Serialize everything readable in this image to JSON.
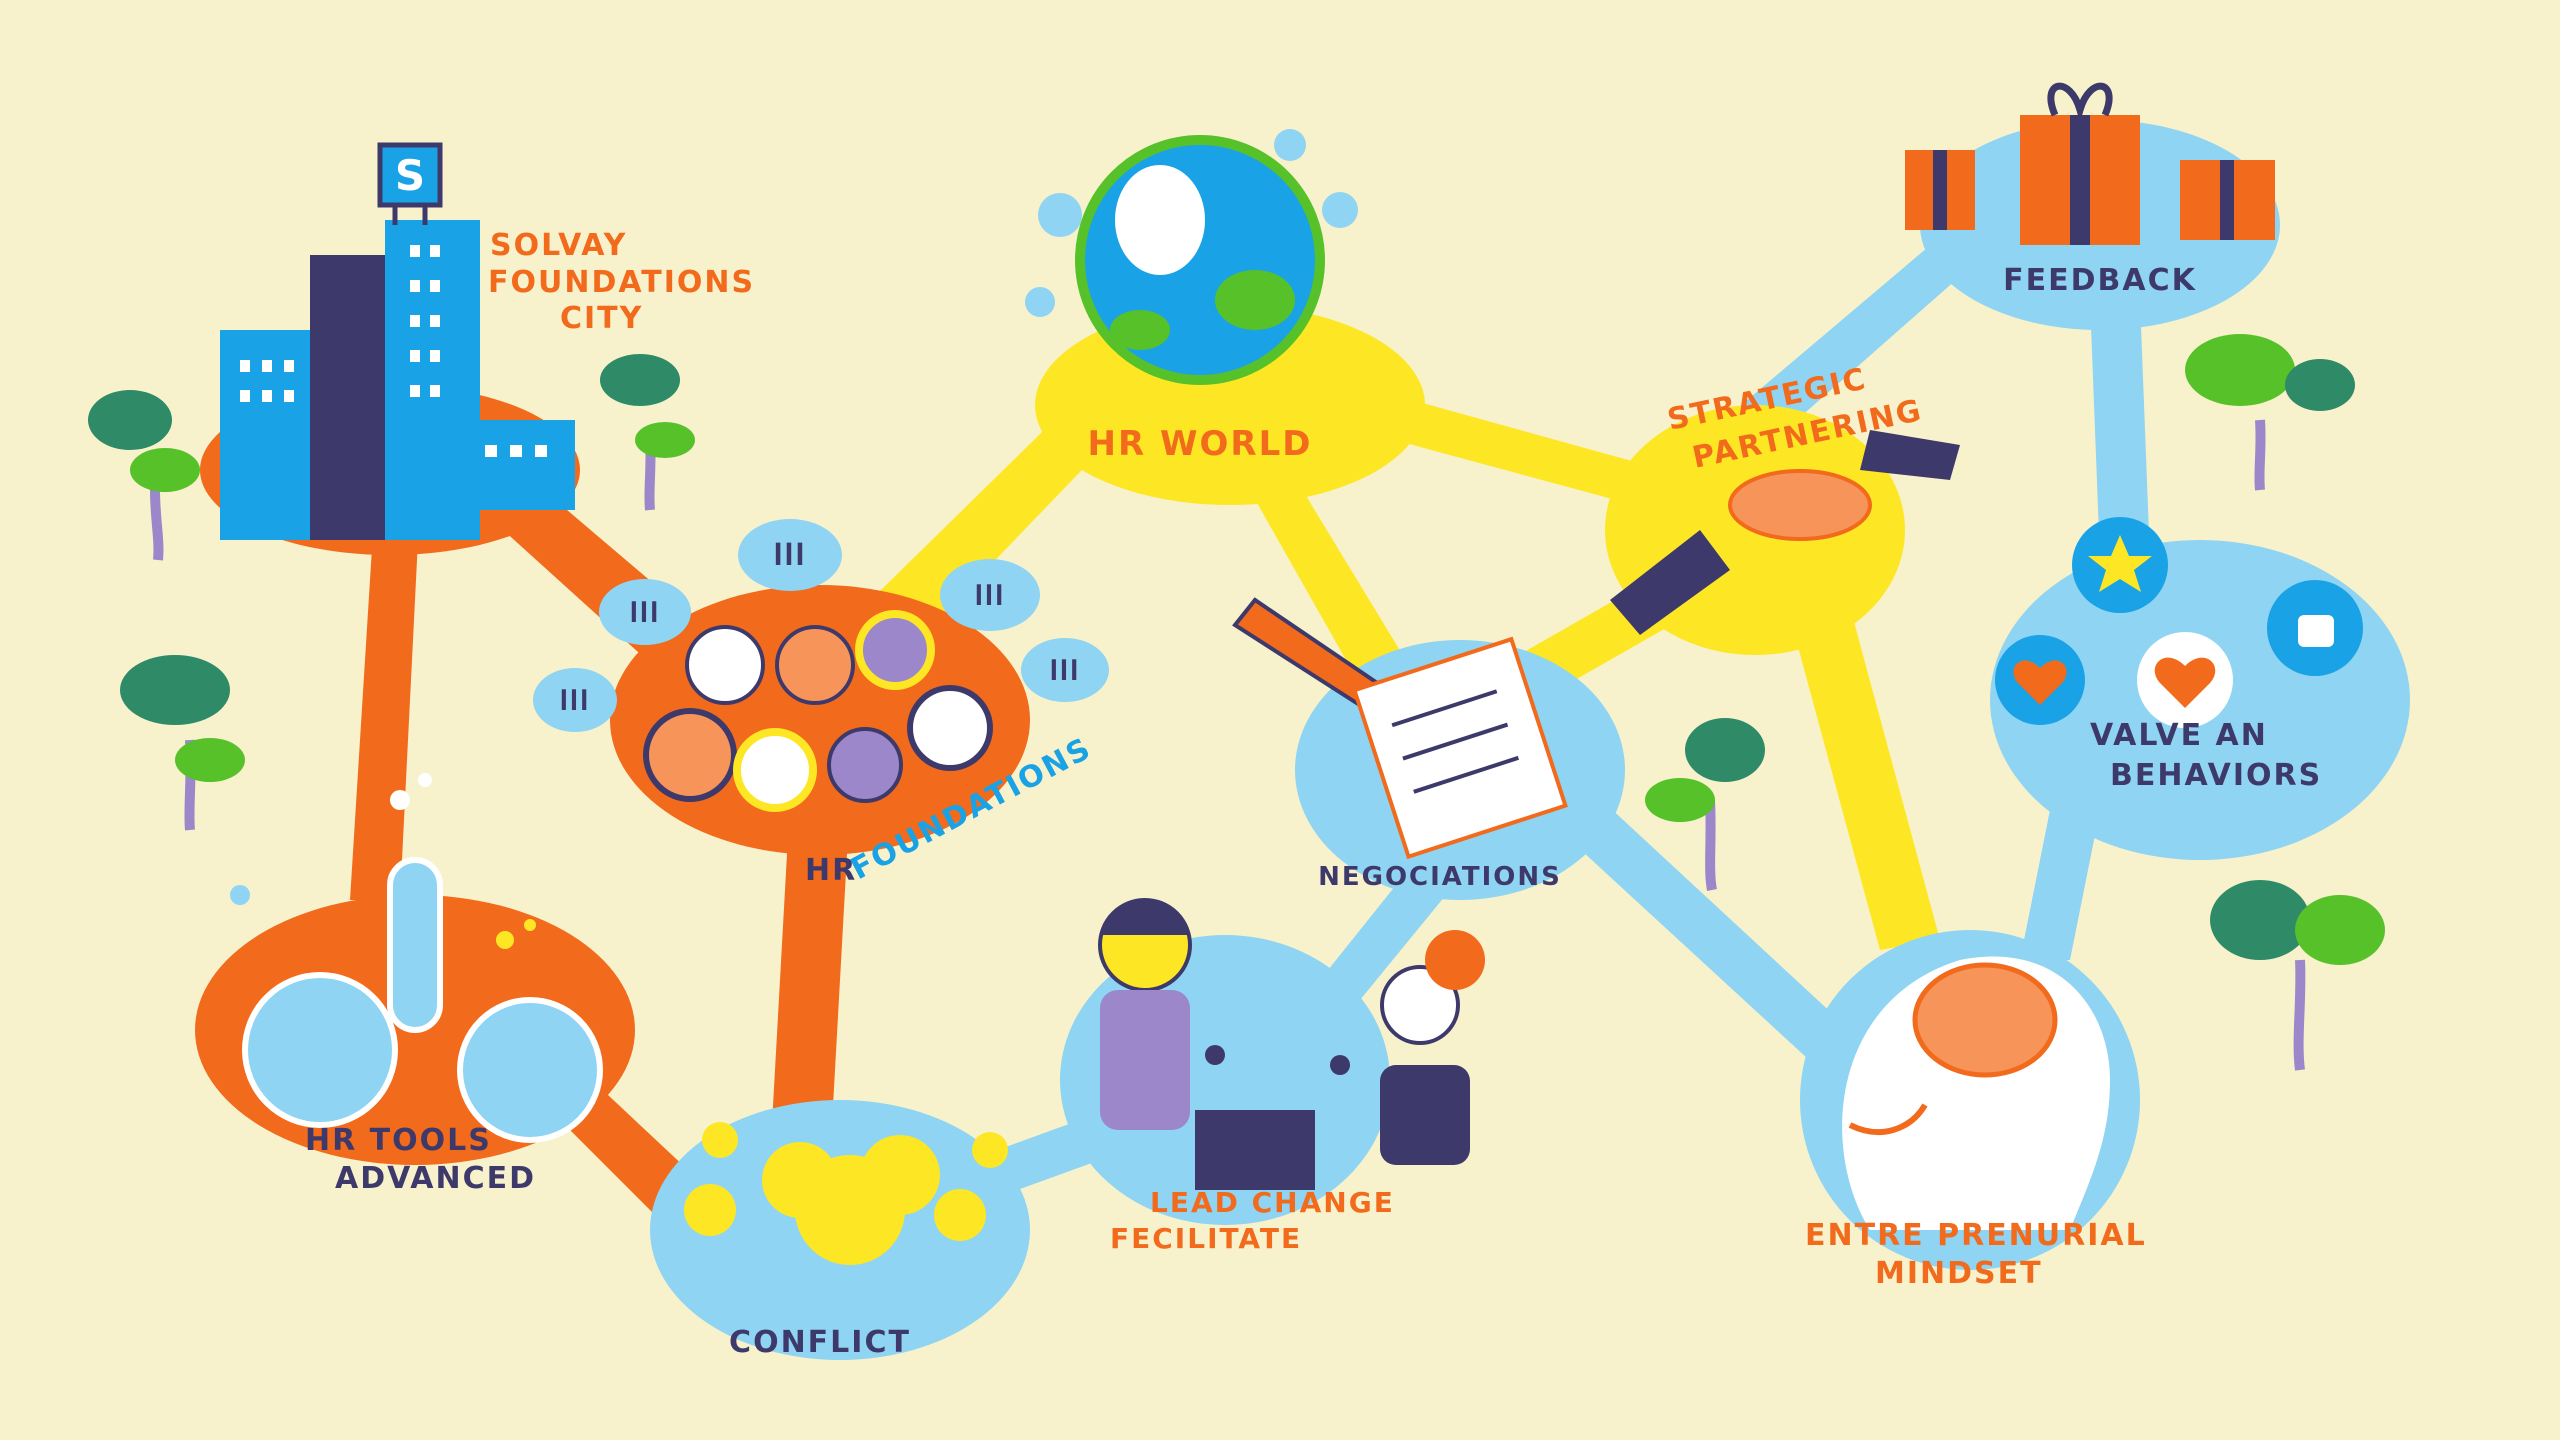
{
  "colors": {
    "background": "#f7f2cc",
    "orange": "#f26a1b",
    "yellow": "#fde724",
    "sky": "#8fd4f2",
    "navy": "#3d3a6b",
    "blue": "#1aa2e6",
    "green": "#57c12a",
    "dark_green": "#2e8a67"
  },
  "nodes": {
    "solvay": {
      "line1": "SOLVAY",
      "line2": "FOUNDATIONS",
      "line3": "CITY",
      "logo": "S"
    },
    "hr_foundations": {
      "part1": "HR",
      "part2": "FOUNDATIONS"
    },
    "hr_tools": {
      "line1": "HR TOOLS",
      "line2": "ADVANCED"
    },
    "conflict": {
      "label": "CONFLICT"
    },
    "hr_world": {
      "label": "HR WORLD"
    },
    "negociations": {
      "label": "NEGOCIATIONS"
    },
    "lead_change": {
      "line1": "LEAD CHANGE",
      "line2": "FECILITATE"
    },
    "strategic": {
      "line1": "STRATEGIC",
      "line2": "PARTNERING"
    },
    "feedback": {
      "label": "FEEDBACK"
    },
    "values": {
      "line1": "VALVE    AN",
      "line2": "BEHAVIORS"
    },
    "mindset": {
      "line1": "ENTRE  PRENURIAL",
      "line2": "MINDSET"
    }
  },
  "speech_glyph": "ꟾꟾꟾ"
}
